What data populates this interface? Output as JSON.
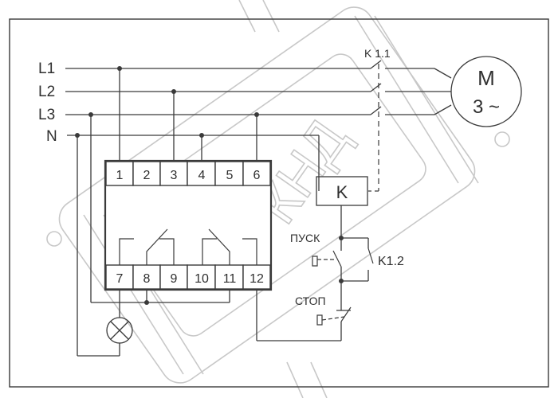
{
  "lines": {
    "l1": "L1",
    "l2": "L2",
    "l3": "L3",
    "n": "N"
  },
  "relay": {
    "top_terminals": [
      "1",
      "2",
      "3",
      "4",
      "5",
      "6"
    ],
    "bottom_terminals": [
      "7",
      "8",
      "9",
      "10",
      "11",
      "12"
    ]
  },
  "contactor": {
    "coil_label": "K",
    "main_contact_label": "K 1.1",
    "aux_contact_label": "K1.2"
  },
  "buttons": {
    "start_label": "ПУСК",
    "stop_label": "СТОП"
  },
  "motor": {
    "letter": "M",
    "phase_label": "3 ~"
  },
  "watermark": {
    "text": "КНД"
  },
  "colors": {
    "line": "#3a3a3a",
    "watermark": "#c8c8c8",
    "background": "#ffffff"
  }
}
